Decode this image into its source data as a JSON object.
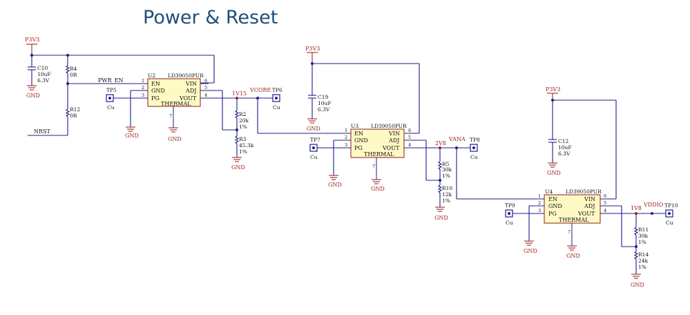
{
  "title": "Power & Reset",
  "power_labels": {
    "p3v3_a": "P3V3",
    "p3v3_b": "P3V3",
    "p3v3_c": "P3V3"
  },
  "ground_label": "GND",
  "nets": {
    "pwr_en": "PWR_EN",
    "nrst": "NRST",
    "v1v15": "1V15",
    "vcore": "VCORE",
    "v2v8": "2V8",
    "vana": "VANA",
    "v1v8": "1V8",
    "vddio": "VDDIO"
  },
  "regulators": [
    {
      "ref": "U2",
      "value": "LD39050PUR",
      "pins_left": [
        "EN",
        "GND",
        "PG"
      ],
      "pins_right": [
        "VIN",
        "ADJ",
        "VOUT"
      ],
      "num_left": [
        "1",
        "2",
        "3"
      ],
      "num_right": [
        "6",
        "5",
        "4"
      ],
      "thermal": "THERMAL",
      "thermal_pin": "7"
    },
    {
      "ref": "U3",
      "value": "LD39050PUR",
      "pins_left": [
        "EN",
        "GND",
        "PG"
      ],
      "pins_right": [
        "VIN",
        "ADJ",
        "VOUT"
      ],
      "num_left": [
        "1",
        "2",
        "3"
      ],
      "num_right": [
        "6",
        "5",
        "4"
      ],
      "thermal": "THERMAL",
      "thermal_pin": "7"
    },
    {
      "ref": "U4",
      "value": "LD39050PUR",
      "pins_left": [
        "EN",
        "GND",
        "PG"
      ],
      "pins_right": [
        "VIN",
        "ADJ",
        "VOUT"
      ],
      "num_left": [
        "1",
        "2",
        "3"
      ],
      "num_right": [
        "6",
        "5",
        "4"
      ],
      "thermal": "THERMAL",
      "thermal_pin": "7"
    }
  ],
  "capacitors": [
    {
      "ref": "C10",
      "value": "10uF",
      "voltage": "6.3V"
    },
    {
      "ref": "C19",
      "value": "10uF",
      "voltage": "6.3V"
    },
    {
      "ref": "C12",
      "value": "10uF",
      "voltage": "6.3V"
    }
  ],
  "resistors": [
    {
      "ref": "R4",
      "value": "0R",
      "tol": ""
    },
    {
      "ref": "R12",
      "value": "0R",
      "tol": ""
    },
    {
      "ref": "R2",
      "value": "20k",
      "tol": "1%"
    },
    {
      "ref": "R3",
      "value": "45.3k",
      "tol": "1%"
    },
    {
      "ref": "R5",
      "value": "30k",
      "tol": "1%"
    },
    {
      "ref": "R10",
      "value": "12k",
      "tol": "1%"
    },
    {
      "ref": "R11",
      "value": "30k",
      "tol": "1%"
    },
    {
      "ref": "R14",
      "value": "24k",
      "tol": "1%"
    }
  ],
  "testpoints": [
    {
      "ref": "TP5",
      "value": "Cu"
    },
    {
      "ref": "TP6",
      "value": "Cu"
    },
    {
      "ref": "TP7",
      "value": "Cu"
    },
    {
      "ref": "TP8",
      "value": "Cu"
    },
    {
      "ref": "TP9",
      "value": "Cu"
    },
    {
      "ref": "TP10",
      "value": "Cu"
    }
  ]
}
